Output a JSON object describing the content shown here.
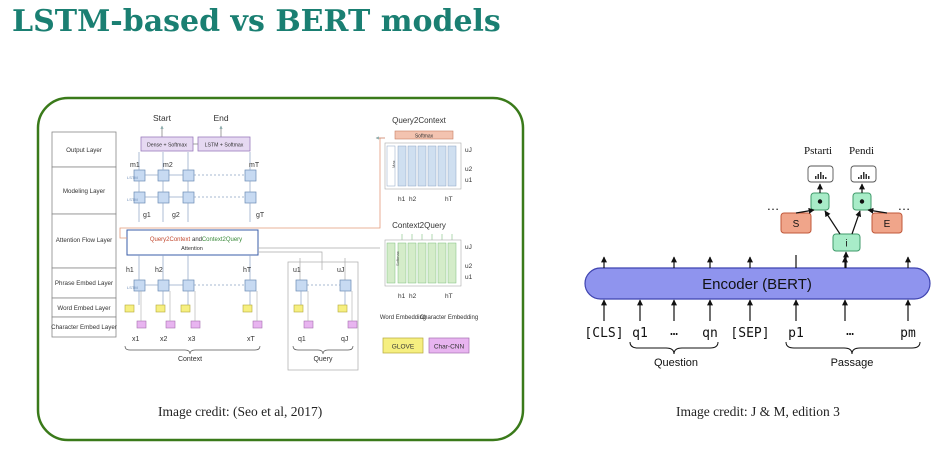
{
  "slide": {
    "title": "LSTM-based vs BERT models",
    "credit_left": "Image credit: (Seo et al, 2017)",
    "credit_right": "Image credit: J & M, edition 3"
  },
  "bidaf": {
    "layers": [
      "Output Layer",
      "Modeling Layer",
      "Attention Flow Layer",
      "Phrase Embed Layer",
      "Word Embed Layer",
      "Character Embed Layer"
    ],
    "start": "Start",
    "end": "End",
    "dense_softmax": "Dense + Softmax",
    "lstm_softmax": "LSTM + Softmax",
    "attention_q2c": "Query2Context",
    "attention_and": "and",
    "attention_c2q": "Context2Query",
    "attention_label": "Attention",
    "lstm": "LSTM",
    "m_labels": [
      "m1",
      "m2",
      "mT"
    ],
    "g_labels": [
      "g1",
      "g2",
      "gT"
    ],
    "h_labels": [
      "h1",
      "h2",
      "hT"
    ],
    "u_labels": [
      "u1",
      "uJ"
    ],
    "x_labels": [
      "x1",
      "x2",
      "x3",
      "xT"
    ],
    "q_labels": [
      "q1",
      "qJ"
    ],
    "context_label": "Context",
    "query_label": "Query",
    "q2c_title": "Query2Context",
    "c2q_title": "Context2Query",
    "softmax": "Softmax",
    "max": "Max",
    "panel_u": [
      "uJ",
      "u2",
      "u1"
    ],
    "panel_h": [
      "h1",
      "h2",
      "hT"
    ],
    "legend_word": "Word Embedding",
    "legend_char": "Character Embedding",
    "glove": "GLOVE",
    "charcnn": "Char-CNN"
  },
  "bert": {
    "encoder": "Encoder (BERT)",
    "tokens": [
      "[CLS]",
      "q1",
      "…",
      "qn",
      "[SEP]",
      "p1",
      "…",
      "pm"
    ],
    "question": "Question",
    "passage": "Passage",
    "s": "S",
    "e": "E",
    "i": "i",
    "pstart": "Pstarti",
    "pend": "Pendi",
    "dots": "…"
  },
  "colors": {
    "title": "#1a7f72",
    "frame": "#3a7a1a",
    "encoder_fill": "#8f94ee",
    "s_e_fill": "#f0a58a",
    "i_fill": "#a8ecc8",
    "dot_fill": "#a8ecc8",
    "lstm_cell": "#c7daf2",
    "word_embed": "#f6ef80",
    "char_embed": "#e8b4f0"
  }
}
